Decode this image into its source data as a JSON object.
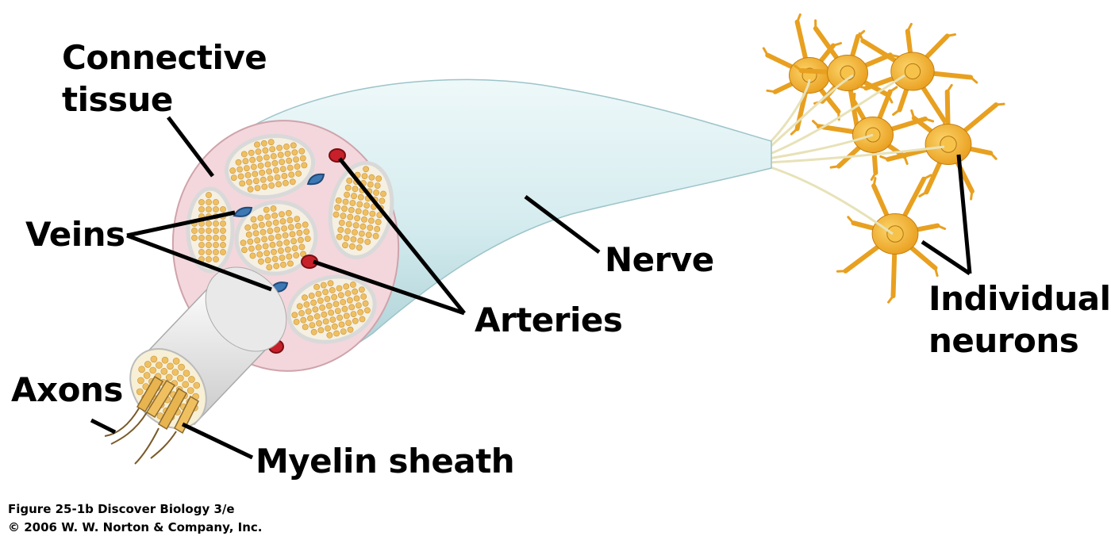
{
  "labels": {
    "connective_line1": "Connective",
    "connective_line2": "tissue",
    "veins": "Veins",
    "arteries": "Arteries",
    "nerve": "Nerve",
    "axons": "Axons",
    "myelin": "Myelin sheath",
    "neurons_line1": "Individual",
    "neurons_line2": "neurons"
  },
  "credits": {
    "line1": "Figure 25-1b  Discover Biology 3/e",
    "line2": "© 2006 W. W. Norton & Company, Inc."
  },
  "colors": {
    "nerve_sheath": "#d9eef0",
    "connective_tissue": "#f2d6db",
    "fascicle_border": "#e8e8e8",
    "axon": "#f0c060",
    "vein": "#3c78b4",
    "artery": "#c8202a",
    "neuron": "#f0a820",
    "leader_line": "#000000"
  }
}
